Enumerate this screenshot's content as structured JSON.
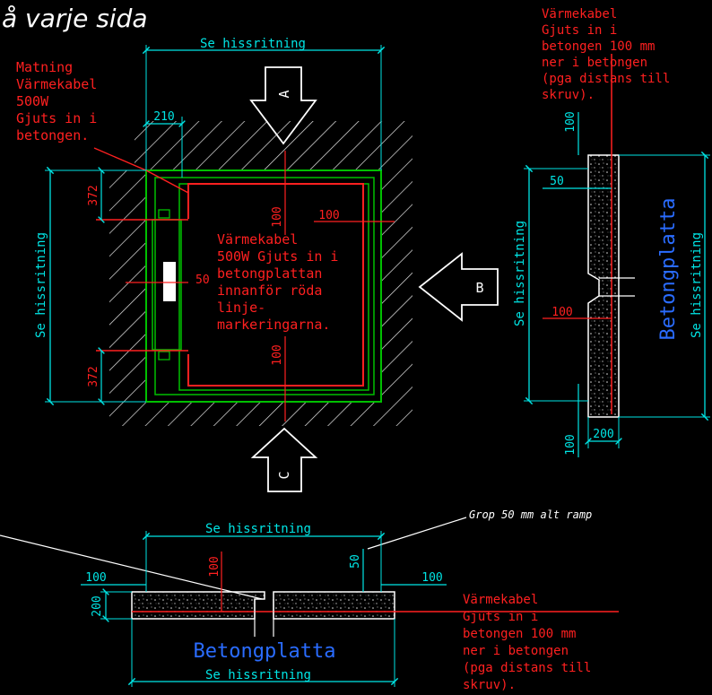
{
  "title_fragment": "å varje sida",
  "colors": {
    "background": "#000000",
    "dimension": "#00e5e5",
    "annotation_red": "#ff2020",
    "heating_cable": "#ff2020",
    "shaft_outline": "#00c000",
    "hatch": "#e6e6e6",
    "slab_label_blue": "#2a6cff",
    "arrow_white": "#ffffff"
  },
  "plan_view": {
    "dim_top": "Se hissritning",
    "dim_left": "Se hissritning",
    "dim_210": "210",
    "dim_372_top": "372",
    "dim_372_bottom": "372",
    "dim_100_top": "100",
    "dim_100_right": "100",
    "dim_100_bottom": "100",
    "dim_50": "50",
    "view_a": "A",
    "view_b": "B",
    "view_c": "C",
    "feed_note": [
      "Matning",
      "Värmekabel",
      "500W",
      "Gjuts in i",
      "betongen."
    ],
    "cable_note": [
      "Värmekabel",
      "500W Gjuts in i",
      "betongplattan",
      "innanför röda",
      "linje-",
      "markeringarna."
    ]
  },
  "section_b": {
    "note": [
      "Värmekabel",
      "Gjuts in i",
      "betongen 100 mm",
      "ner i betongen",
      "(pga distans till",
      "skruv)."
    ],
    "dim_100_top": "100",
    "dim_50": "50",
    "dim_100_mid": "100",
    "dim_100_bottom": "100",
    "dim_200": "200",
    "dim_left": "Se hissritning",
    "dim_right": "Se hissritning",
    "slab_label": "Betongplatta"
  },
  "section_c": {
    "groove_note": "Grop 50 mm alt ramp",
    "dim_top": "Se hissritning",
    "dim_100_left": "100",
    "dim_100_vert": "100",
    "dim_50": "50",
    "dim_100_right": "100",
    "dim_200": "200",
    "slab_label": "Betongplatta",
    "dim_bottom": "Se hissritning",
    "note": [
      "Värmekabel",
      "Gjuts in i",
      "betongen 100 mm",
      "ner i betongen",
      "(pga distans till",
      "skruv)."
    ]
  }
}
